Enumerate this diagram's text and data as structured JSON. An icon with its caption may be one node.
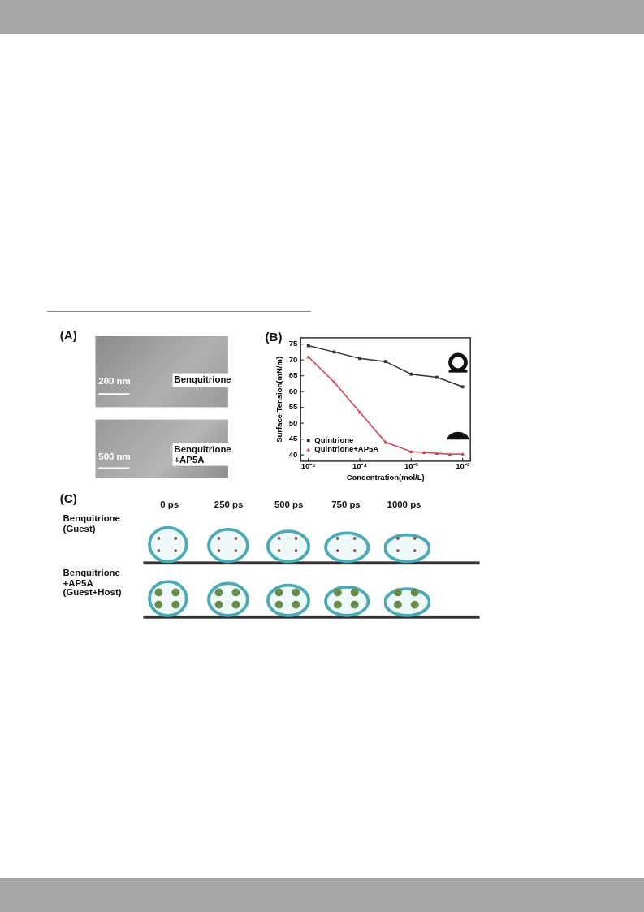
{
  "diagram": {
    "labels": [
      "(A)",
      "200 nm",
      "Benquitrione",
      "500 nm",
      "Benquitrione +AP5A",
      "(B)",
      "(C)",
      "0 ps",
      "250 ps",
      "500 ps",
      "750 ps",
      "1000 ps",
      "Benquitrione (Guest)",
      "Benquitrione +AP5A (Guest+Host)"
    ],
    "chart_data": {
      "type": "line",
      "xlabel": "Concentration(mol/L)",
      "ylabel": "Surface Tension(mN/m)",
      "categories": [
        "10⁻⁵",
        null,
        null,
        null,
        "10⁻⁴",
        null,
        null,
        null,
        "10⁻³",
        null,
        null,
        null,
        "10⁻²"
      ],
      "series": [
        {
          "name": "Quintrione",
          "color": "#333333",
          "marker": "square",
          "values": [
            74.5,
            null,
            72.5,
            null,
            70.5,
            null,
            69.5,
            null,
            65.5,
            null,
            64.5,
            null,
            61.5
          ]
        },
        {
          "name": "Quintrione+AP5A",
          "color": "#d04050",
          "marker": "triangle",
          "values": [
            71,
            null,
            63,
            null,
            53.5,
            null,
            44,
            null,
            41,
            40.8,
            40.5,
            40.2,
            40.3
          ]
        }
      ],
      "ylim": [
        38,
        77
      ],
      "legend": "lower left",
      "yticks": [
        40,
        45,
        50,
        55,
        60,
        65,
        70,
        75
      ]
    }
  }
}
